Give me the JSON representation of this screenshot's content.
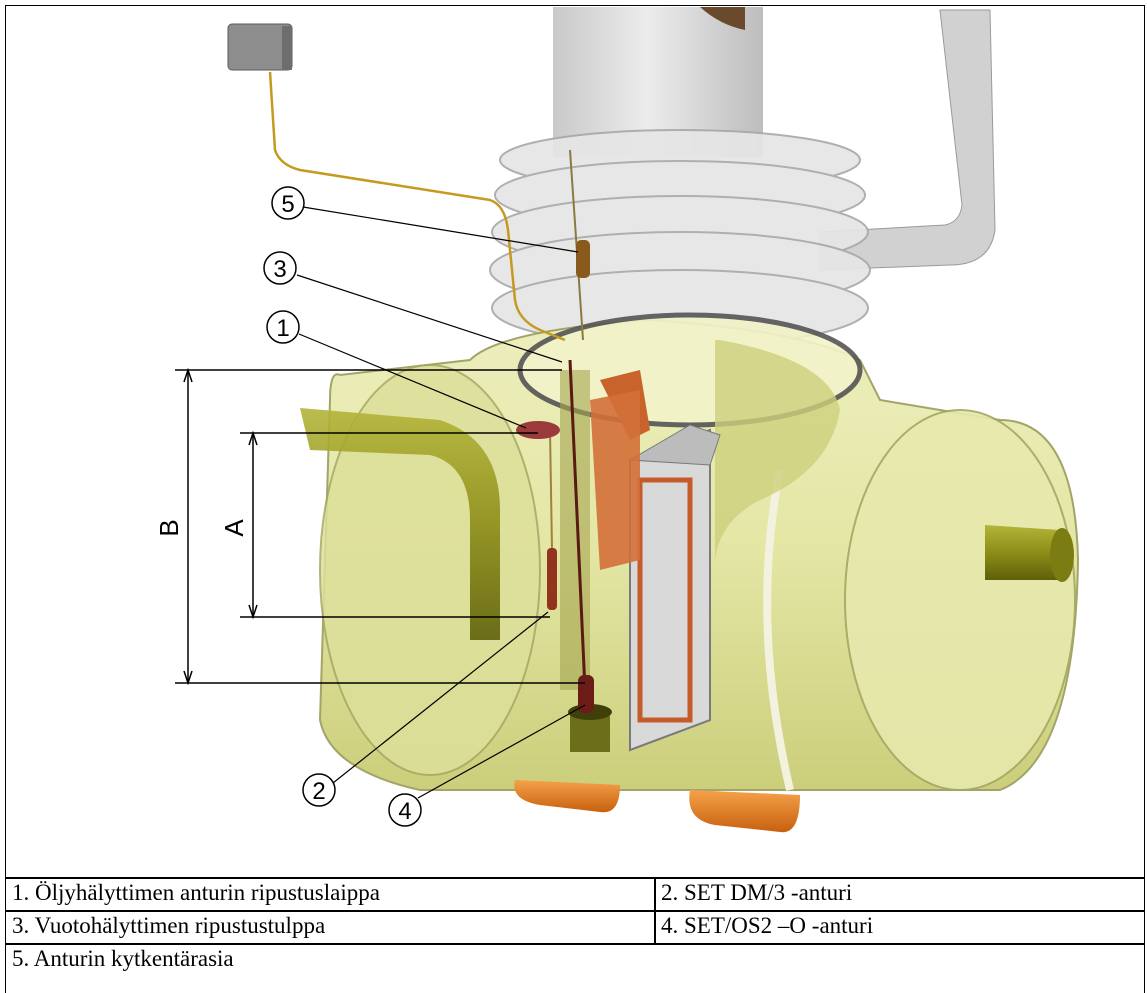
{
  "diagram": {
    "callouts": [
      "1",
      "2",
      "3",
      "4",
      "5"
    ],
    "dimension_labels": {
      "a": "A",
      "b": "B"
    }
  },
  "legend": {
    "row1": {
      "left": "1. Öljyhälyttimen anturin ripustuslaippa",
      "right": "2. SET DM/3 -anturi"
    },
    "row2": {
      "left": "3. Vuotohälyttimen ripustustulppa",
      "right": "4. SET/OS2 –O -anturi"
    },
    "row3": {
      "left": "5. Anturin kytkentärasia"
    }
  },
  "colors": {
    "tank_body": "#e4e6a6",
    "tank_shade": "#b9bc5c",
    "pipe_olive": "#8e8f1a",
    "orange_saddle": "#e8801c",
    "copper": "#c8632c",
    "riser_grey": "#d7d7d7"
  }
}
